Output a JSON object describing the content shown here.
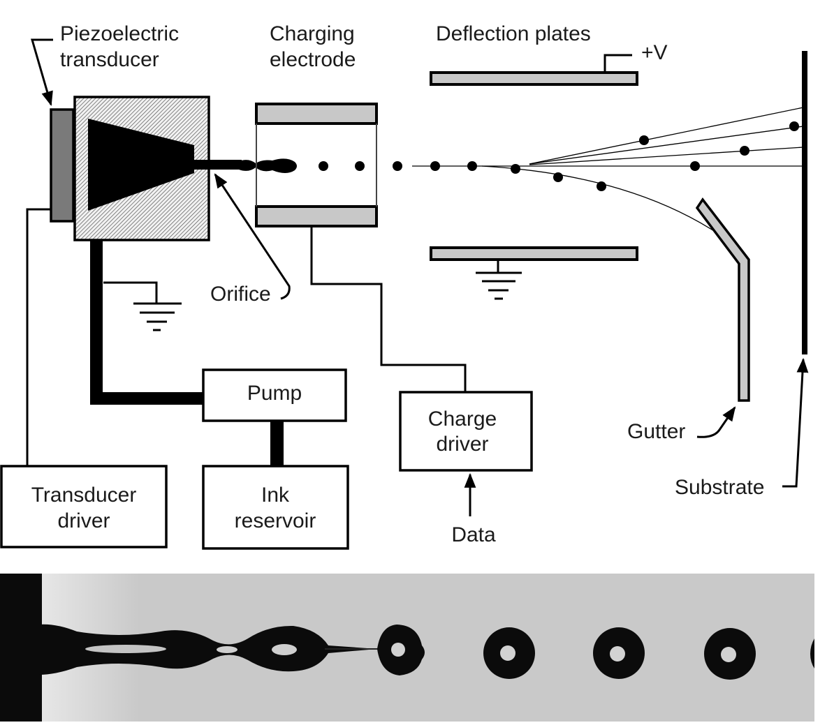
{
  "labels": {
    "piezo_line1": "Piezoelectric",
    "piezo_line2": "transducer",
    "charging_line1": "Charging",
    "charging_line2": "electrode",
    "deflection": "Deflection plates",
    "plus_v": "+V",
    "orifice": "Orifice",
    "pump": "Pump",
    "charge_driver_line1": "Charge",
    "charge_driver_line2": "driver",
    "transducer_driver_line1": "Transducer",
    "transducer_driver_line2": "driver",
    "ink_reservoir_line1": "Ink",
    "ink_reservoir_line2": "reservoir",
    "data": "Data",
    "gutter": "Gutter",
    "substrate": "Substrate"
  },
  "colors": {
    "ink": "#000000",
    "plate_fill": "#c8c8c8",
    "transducer_fill": "#7a7a7a",
    "photo_background": "#c9c9c9"
  }
}
